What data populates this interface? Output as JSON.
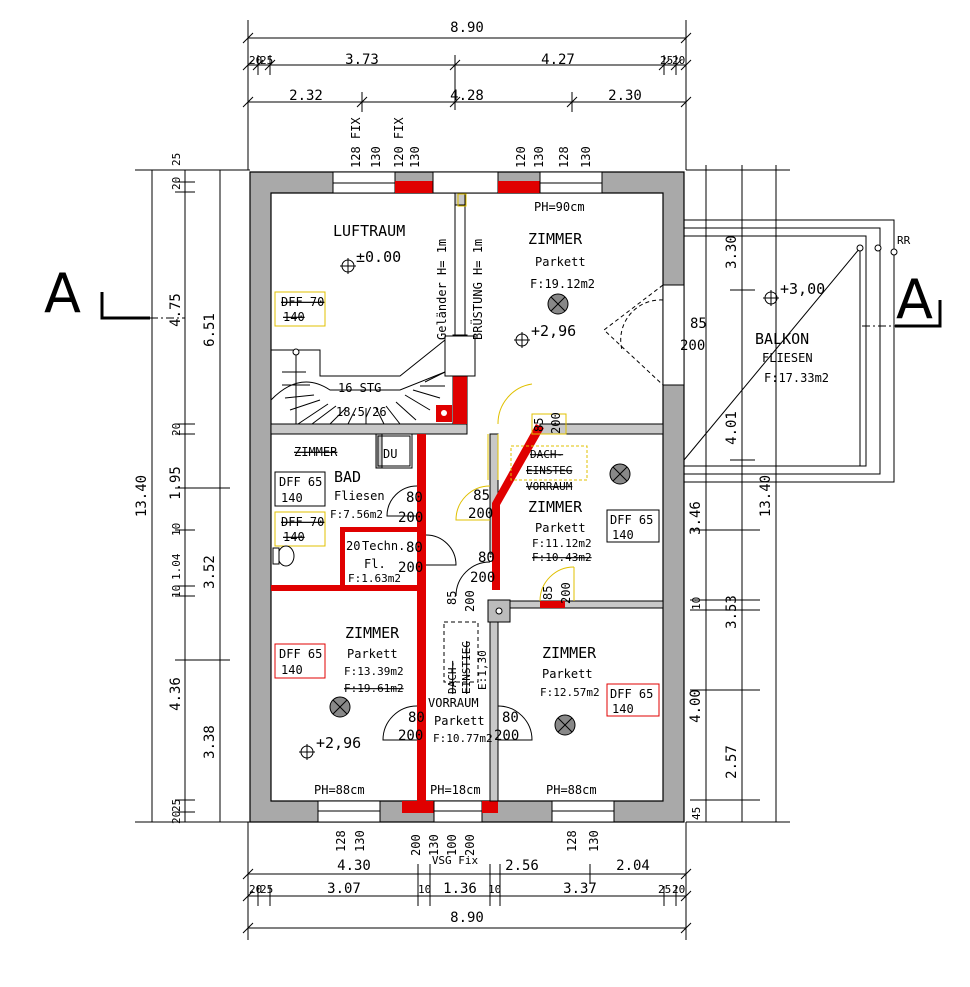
{
  "dims": {
    "top_total": "8.90",
    "top_row1": [
      "20",
      "25",
      "3.73",
      "4.27",
      "25",
      "20"
    ],
    "top_row2": [
      "2.32",
      "4.28",
      "2.30"
    ],
    "bottom_row1": [
      "4.30",
      "2.56",
      "2.04"
    ],
    "bottom_row2": [
      "20",
      "25",
      "3.07",
      "10",
      "1.36",
      "10",
      "3.37",
      "25",
      "20"
    ],
    "bottom_total": "8.90",
    "left_outer": "13.40",
    "left_mid": [
      "25",
      "20",
      "4.75",
      "20",
      "1.95",
      "10",
      "1.04",
      "10",
      "4.36",
      "25",
      "20"
    ],
    "left_inner": [
      "6.51",
      "3.52",
      "3.38"
    ],
    "right_outer": "13.40",
    "right_mid": [
      "3.30",
      "4.01",
      "3.46",
      "10",
      "4.00",
      "45"
    ],
    "right_inner": [
      "3.53",
      "2.57"
    ]
  },
  "openings": {
    "top": [
      "128 FIX",
      "130",
      "120 FIX",
      "130",
      "120",
      "130",
      "128",
      "130"
    ],
    "bottom": [
      "128",
      "130",
      "200",
      "130",
      "100",
      "200",
      "128",
      "130"
    ],
    "vsg": "VSG Fix"
  },
  "section_marker": "A",
  "rooms": {
    "luftraum": {
      "name": "LUFTRAUM",
      "level": "±0.00"
    },
    "zimmer1": {
      "name": "ZIMMER",
      "floor": "Parkett",
      "area": "F:19.12m2",
      "level": "+2,96",
      "ph": "PH=90cm"
    },
    "balkon": {
      "name": "BALKON",
      "floor": "FLIESEN",
      "area": "F:17.33m2",
      "level": "+3,00",
      "rr": "RR"
    },
    "bad": {
      "name": "BAD",
      "floor": "Fliesen",
      "area": "F:7.56m2",
      "old_name": "ZIMMER",
      "du": "DU"
    },
    "techn": {
      "name": "Techn.",
      "sub": "Fl.",
      "area": "F:1.63m2",
      "num": "20"
    },
    "zimmer2": {
      "name": "ZIMMER",
      "floor": "Parkett",
      "area": "F:11.12m2",
      "old_area": "F:10.43m2"
    },
    "dach1": {
      "line1": "DACH-",
      "line2": "EINSTEG",
      "line3": "VORRAUM"
    },
    "zimmer3": {
      "name": "ZIMMER",
      "floor": "Parkett",
      "area": "F:13.39m2",
      "old_area": "F:19.61m2",
      "level": "+2,96",
      "ph": "PH=88cm"
    },
    "vorraum": {
      "name": "VORRAUM",
      "floor": "Parkett",
      "area": "F:10.77m2",
      "ph": "PH=18cm"
    },
    "dach2": {
      "line1": "DACH-",
      "line2": "EINSTIEG",
      "line3": "E:1,30"
    },
    "zimmer4": {
      "name": "ZIMMER",
      "floor": "Parkett",
      "area": "F:12.57m2",
      "ph": "PH=88cm"
    }
  },
  "stair": {
    "steps": "16 STG",
    "ratio": "18.5/26"
  },
  "railings": {
    "gelaender": "Geländer H= 1m",
    "bruestung": "BRÜSTUNG H= 1m"
  },
  "windows": {
    "dff70_a": [
      "DFF 70",
      "140"
    ],
    "dff65_bad": [
      "DFF 65",
      "140"
    ],
    "dff70_bad": [
      "DFF 70",
      "140"
    ],
    "dff65_z2": [
      "DFF 65",
      "140"
    ],
    "dff65_z3": [
      "DFF 65",
      "140"
    ],
    "dff65_z4": [
      "DFF 65",
      "140"
    ]
  },
  "doors": {
    "balkon": [
      "85",
      "200"
    ],
    "bad": [
      "80",
      "200"
    ],
    "dach1": [
      "85",
      "200"
    ],
    "techn": [
      "80",
      "200"
    ],
    "z2": [
      "80",
      "200"
    ],
    "vr1": [
      "85",
      "200"
    ],
    "z2b": [
      "85",
      "200"
    ],
    "top_z2": [
      "85",
      "200"
    ],
    "z3": [
      "80",
      "200"
    ],
    "z4": [
      "80",
      "200"
    ]
  }
}
